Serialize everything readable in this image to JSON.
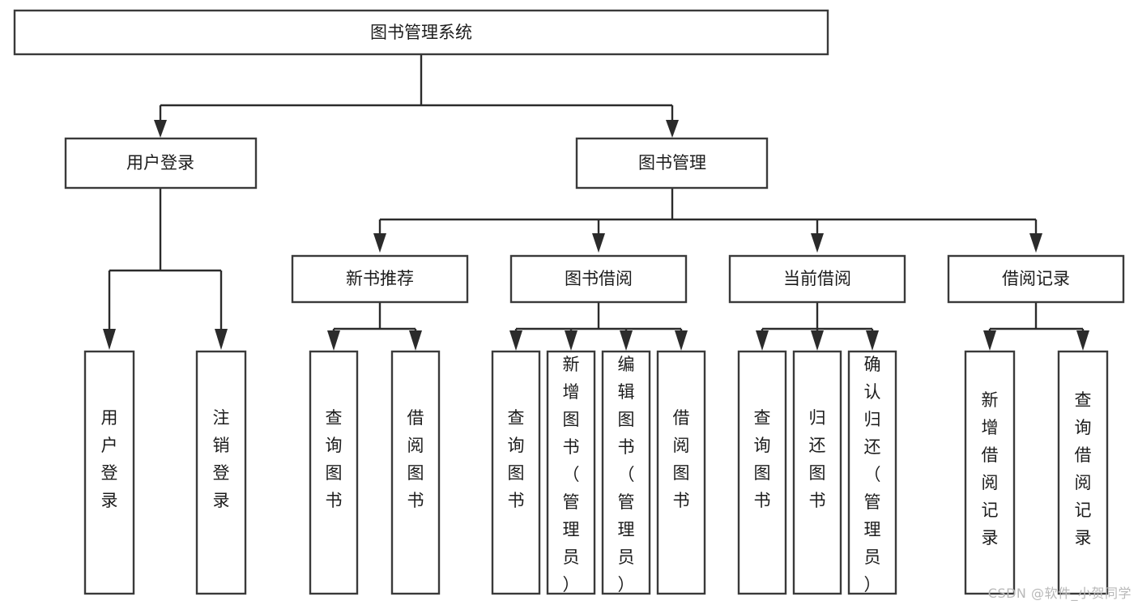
{
  "diagram": {
    "type": "tree",
    "title": "图书管理系统",
    "watermark": "CSDN @软件_小贺同学",
    "colors": {
      "box_stroke": "#3a3a3a",
      "connector": "#2b2b2b",
      "box_fill": "#ffffff",
      "background": "#ffffff",
      "text": "#1c1c1c",
      "watermark": "#b8b8b8"
    },
    "root": {
      "label": "图书管理系统"
    },
    "level2": [
      {
        "label": "用户登录"
      },
      {
        "label": "图书管理"
      }
    ],
    "level3": [
      {
        "label": "新书推荐"
      },
      {
        "label": "图书借阅"
      },
      {
        "label": "当前借阅"
      },
      {
        "label": "借阅记录"
      }
    ],
    "leaves": {
      "user_login": [
        {
          "label": "用户登录"
        },
        {
          "label": "注销登录"
        }
      ],
      "new_book_recommend": [
        {
          "label": "查询图书"
        },
        {
          "label": "借阅图书"
        }
      ],
      "book_borrow": [
        {
          "label": "查询图书"
        },
        {
          "label": "新增图书（管理员）"
        },
        {
          "label": "编辑图书（管理员）"
        },
        {
          "label": "借阅图书"
        }
      ],
      "current_borrow": [
        {
          "label": "查询图书"
        },
        {
          "label": "归还图书"
        },
        {
          "label": "确认归还（管理员）"
        }
      ],
      "borrow_record": [
        {
          "label": "新增借阅记录"
        },
        {
          "label": "查询借阅记录"
        }
      ]
    }
  }
}
